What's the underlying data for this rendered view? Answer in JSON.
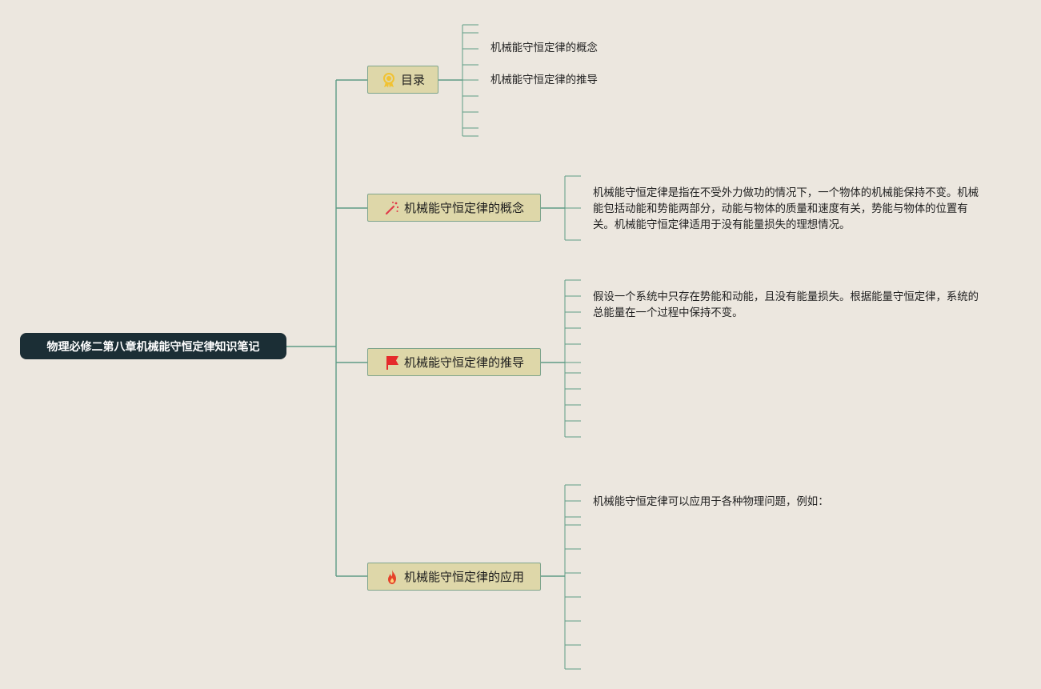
{
  "root": {
    "title": "物理必修二第八章机械能守恒定律知识笔记"
  },
  "topics": [
    {
      "label": "目录",
      "icon": "award-icon",
      "icon_color": "#f1c232"
    },
    {
      "label": "机械能守恒定律的概念",
      "icon": "magic-wand-icon",
      "icon_color": "#e03b4a"
    },
    {
      "label": "机械能守恒定律的推导",
      "icon": "flag-icon",
      "icon_color": "#e52b2b"
    },
    {
      "label": "机械能守恒定律的应用",
      "icon": "fire-icon",
      "icon_color": "#e5432b"
    }
  ],
  "toc_items": [
    "机械能守恒定律的概念",
    "机械能守恒定律的推导"
  ],
  "details": {
    "concept": "机械能守恒定律是指在不受外力做功的情况下，一个物体的机械能保持不变。机械能包括动能和势能两部分，动能与物体的质量和速度有关，势能与物体的位置有关。机械能守恒定律适用于没有能量损失的理想情况。",
    "derivation": "假设一个系统中只存在势能和动能，且没有能量损失。根据能量守恒定律，系统的总能量在一个过程中保持不变。",
    "application": "机械能守恒定律可以应用于各种物理问题，例如："
  },
  "colors": {
    "line": "#5e9c86",
    "background": "#ece7df",
    "root_bg": "#1b2e35",
    "topic_bg": "#ded7a9"
  }
}
